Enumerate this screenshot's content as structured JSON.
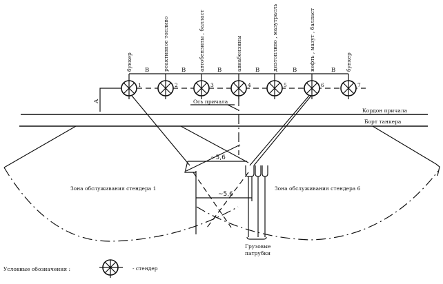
{
  "standers": [
    {
      "number": "1",
      "label": "бункер"
    },
    {
      "number": "2",
      "label": "реактивное топливо"
    },
    {
      "number": "3",
      "label": "автобензины , балласт"
    },
    {
      "number": "4",
      "label": "авиабензины"
    },
    {
      "number": "5",
      "label": "дизтопливо , мазутрасль"
    },
    {
      "number": "6",
      "label": "нефть , мазут , балласт"
    },
    {
      "number": "7",
      "label": "бункер"
    }
  ],
  "spacing_label": "В",
  "offset_label": "А",
  "berth_axis_label": "Ось причала",
  "berth_edge_label": "Кордон причала",
  "tanker_side_label": "Борт танкера",
  "zone_1_label": "Зона обслуживания стендера 1",
  "zone_6_label": "Зона обслуживания стендера 6",
  "dim_upper": "~5,6",
  "dim_lower": "~5,6",
  "cargo_pipes_label_1": "Грузовые",
  "cargo_pipes_label_2": "патрубки",
  "legend_title": "Условные обозначения :",
  "legend_item": "- стендер",
  "legend_icon": "stander-symbol"
}
